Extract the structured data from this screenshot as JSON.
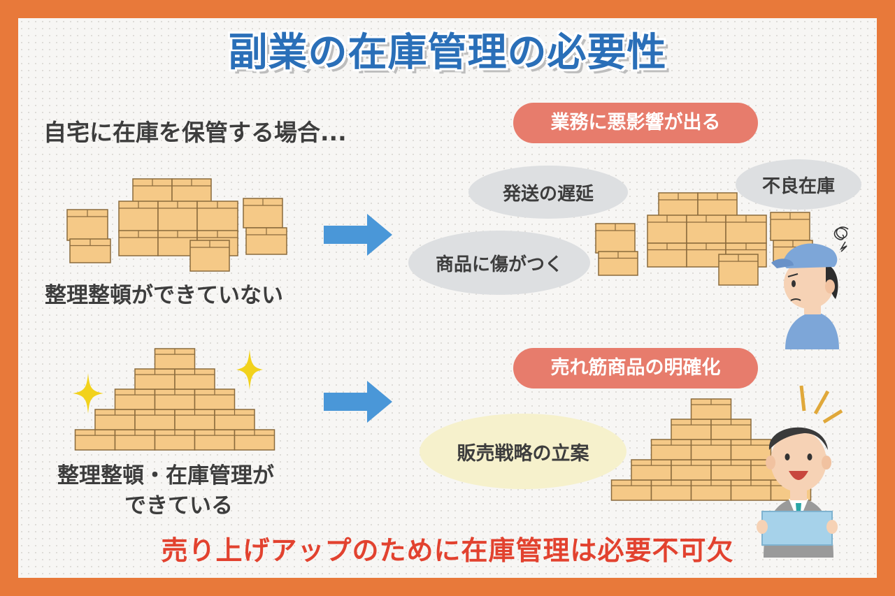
{
  "title": "副業の在庫管理の必要性",
  "left": {
    "heading": "自宅に在庫を保管する場合...",
    "messy_caption": "整理整頓ができていない",
    "tidy_caption_line1": "整理整頓・在庫管理が",
    "tidy_caption_line2": "できている"
  },
  "right_top": {
    "tag": "業務に悪影響が出る",
    "bubbles": [
      "発送の遅延",
      "不良在庫",
      "商品に傷がつく"
    ]
  },
  "right_bottom": {
    "tag": "売れ筋商品の明確化",
    "bubbles": [
      "販売戦略の立案"
    ]
  },
  "footer": "売り上げアップのために在庫管理は必要不可欠",
  "colors": {
    "border": "#e8793a",
    "title": "#2a6fb8",
    "tag": "#e77c6c",
    "footer": "#e2422f",
    "arrow": "#4a97d8",
    "box": "#f5c987"
  },
  "icons": [
    "cardboard-box-icon",
    "arrow-right-icon",
    "sparkle-icon",
    "worried-worker-icon",
    "happy-businessman-icon"
  ]
}
